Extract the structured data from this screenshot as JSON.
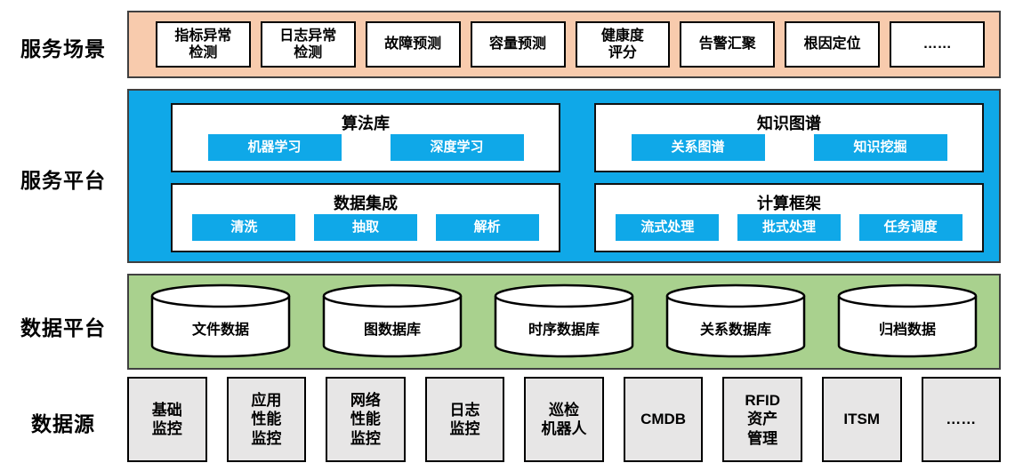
{
  "rows": {
    "scenarios": {
      "label": "服务场景",
      "items": [
        "指标异常\n检测",
        "日志异常\n检测",
        "故障预测",
        "容量预测",
        "健康度\n评分",
        "告警汇聚",
        "根因定位",
        "……"
      ]
    },
    "platform": {
      "label": "服务平台",
      "panels": [
        {
          "title": "算法库",
          "buttons": [
            "机器学习",
            "深度学习"
          ]
        },
        {
          "title": "知识图谱",
          "buttons": [
            "关系图谱",
            "知识挖掘"
          ]
        },
        {
          "title": "数据集成",
          "buttons": [
            "清洗",
            "抽取",
            "解析"
          ]
        },
        {
          "title": "计算框架",
          "buttons": [
            "流式处理",
            "批式处理",
            "任务调度"
          ]
        }
      ]
    },
    "data_platform": {
      "label": "数据平台",
      "databases": [
        "文件数据",
        "图数据库",
        "时序数据库",
        "关系数据库",
        "归档数据"
      ]
    },
    "sources": {
      "label": "数据源",
      "items": [
        "基础\n监控",
        "应用\n性能\n监控",
        "网络\n性能\n监控",
        "日志\n监控",
        "巡检\n机器人",
        "CMDB",
        "RFID\n资产\n管理",
        "ITSM",
        "……"
      ]
    }
  },
  "colors": {
    "scenario_band": "#F8CBAD",
    "platform_band": "#0FA8E8",
    "data_band": "#A9D18E",
    "source_box": "#E7E6E6"
  }
}
